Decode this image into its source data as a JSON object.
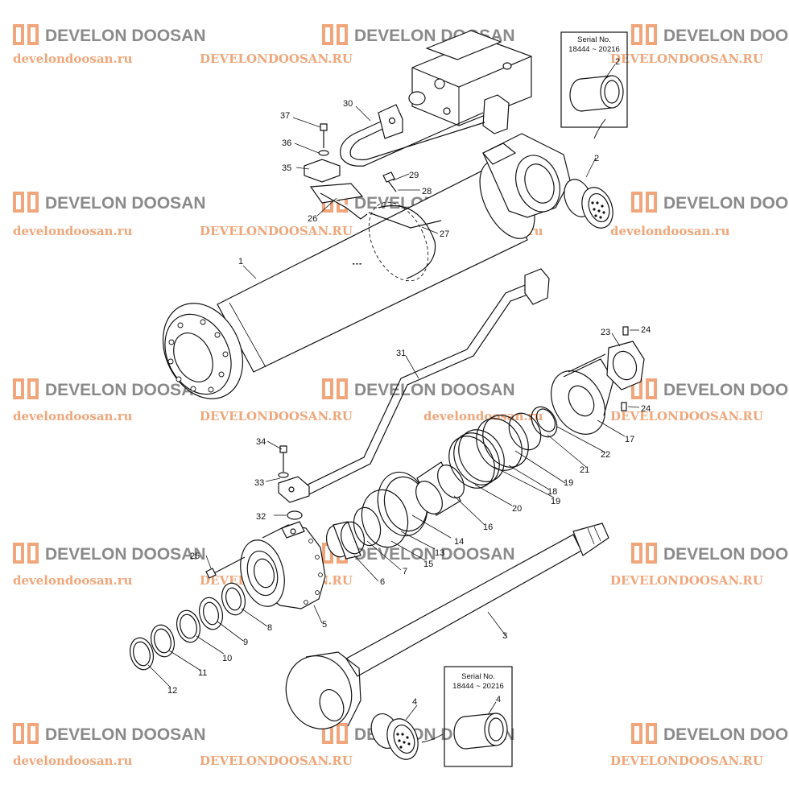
{
  "watermark": {
    "brand": "DEVELON DOOSAN",
    "url_lower": "develondoosan.ru",
    "url_upper": "DEVELONDOOSAN.RU",
    "logo_color": "#f0a67a",
    "brand_color": "#8a8a8a",
    "url_color": "#f0a67a"
  },
  "serial_notes": [
    {
      "title": "Serial No.",
      "range": "18444 ~ 20216",
      "part": "2"
    },
    {
      "title": "Serial No.",
      "range": "18444 ~ 20216",
      "part": "4"
    }
  ],
  "parts": [
    "1",
    "2",
    "2",
    "3",
    "4",
    "4",
    "5",
    "6",
    "7",
    "8",
    "9",
    "10",
    "11",
    "12",
    "13",
    "14",
    "15",
    "16",
    "17",
    "18",
    "19",
    "19",
    "20",
    "21",
    "22",
    "23",
    "24",
    "24",
    "25",
    "26",
    "27",
    "28",
    "29",
    "30",
    "31",
    "32",
    "33",
    "34",
    "35",
    "36",
    "37"
  ]
}
